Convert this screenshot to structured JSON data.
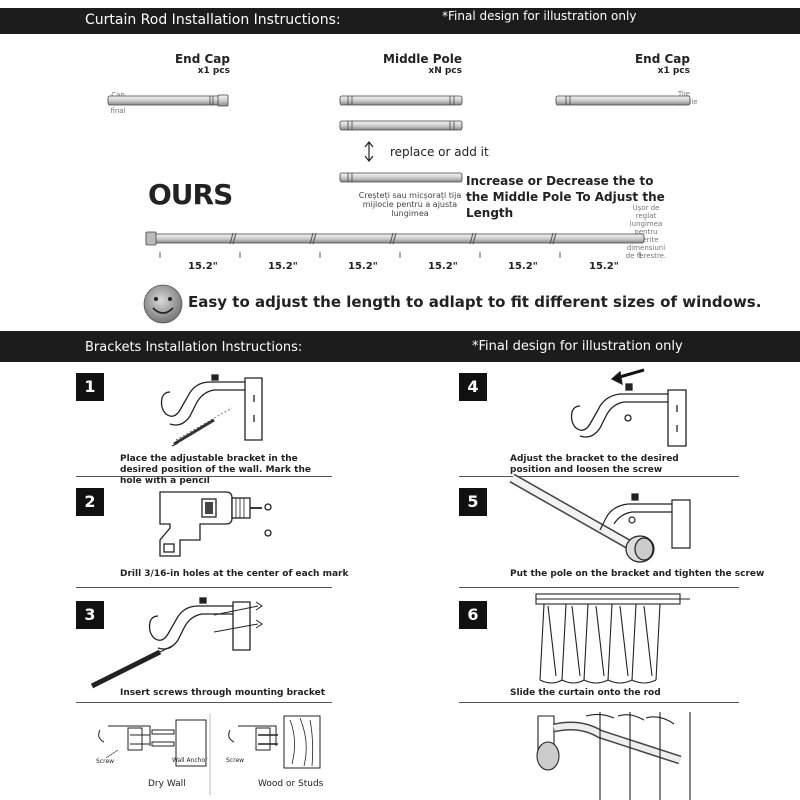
{
  "top_banner": {
    "title": "Curtain Rod Installation Instructions:",
    "note": "*Final design for illustration only"
  },
  "parts": [
    {
      "name": "End Cap",
      "qty": "x1 pcs"
    },
    {
      "name": "Middle Pole",
      "qty": "xN pcs"
    },
    {
      "name": "End Cap",
      "qty": "x1 pcs"
    }
  ],
  "ro_labels": {
    "cap": "Cap de",
    "cap2": "final",
    "tije": "Tije",
    "tije2": "mijlocie"
  },
  "replace_text": "replace or add it",
  "ours": "OURS",
  "ro_adjust": "Creșteți sau micșorați tija mijlocie pentru a ajusta lungimea",
  "adjust_heading": "Increase or Decrease the to the Middle Pole To Adjust the Length",
  "ro_side": "Ușor de reglat lungimea pentru diferite dimensiuni de ferestre.",
  "segments": [
    "15.2\"",
    "15.2\"",
    "15.2\"",
    "15.2\"",
    "15.2\"",
    "15.2\""
  ],
  "easy_text": "Easy to adjust the length to adlapt to fit different sizes of windows.",
  "bottom_banner": {
    "title": "Brackets Installation Instructions:",
    "note": "*Final design for illustration only"
  },
  "steps": [
    {
      "num": "1",
      "text": "Place the adjustable bracket in the desired position of the wall. Mark the hole with a pencil"
    },
    {
      "num": "2",
      "text": "Drill 3/16-in holes at the center of each mark"
    },
    {
      "num": "3",
      "text": "Insert screws through mounting bracket"
    },
    {
      "num": "4",
      "text": "Adjust the bracket to the desired position and loosen the screw"
    },
    {
      "num": "5",
      "text": "Put the pole on the bracket and tighten the screw"
    },
    {
      "num": "6",
      "text": "Slide the curtain onto the rod"
    }
  ],
  "wall_types": {
    "dry_wall": "Dry Wall",
    "wood": "Wood or Studs",
    "screw": "Screw",
    "screw2": "Screw",
    "anchor": "Wall Anchor"
  }
}
